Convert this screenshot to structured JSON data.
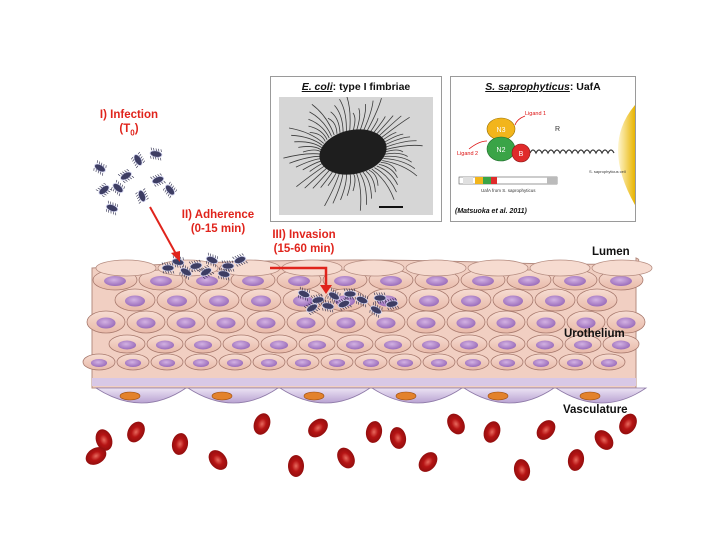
{
  "stages": {
    "infection": {
      "line1": "I) Infection",
      "line2": "(T",
      "sub": "0",
      "line2_end": ")"
    },
    "adherence": {
      "line1": "II) Adherence",
      "line2": "(0-15 min)"
    },
    "invasion": {
      "line1": "III) Invasion",
      "line2": "(15-60 min)"
    }
  },
  "panel_ecoli": {
    "title_italic": "E. coli",
    "title_rest": ": type I fimbriae"
  },
  "panel_saprophyticus": {
    "title_italic": "S. saprophyticus",
    "title_rest": ": UafA",
    "domains": [
      "N3",
      "N2",
      "B"
    ],
    "ligand1": "Ligand 1",
    "ligand2": "Ligand 2",
    "r_label": "R",
    "cell_label": "S. saprophyticus cell",
    "bar_caption": "UafA from S. saprophyticus",
    "citation": "(Matsuoka et al. 2011)"
  },
  "tissue_labels": {
    "lumen": "Lumen",
    "urothelium": "Urothelium",
    "vasculature": "Vasculature"
  },
  "colors": {
    "stage_label": "#e0241c",
    "cell_fill": "#f3d2c6",
    "nucleus": "#b98ad0",
    "rbc": "#c21a1a",
    "vessel": "#c7b6dc",
    "domain_n3": "#f2b51c",
    "domain_n2": "#3aa447",
    "domain_b": "#e02b2b"
  }
}
